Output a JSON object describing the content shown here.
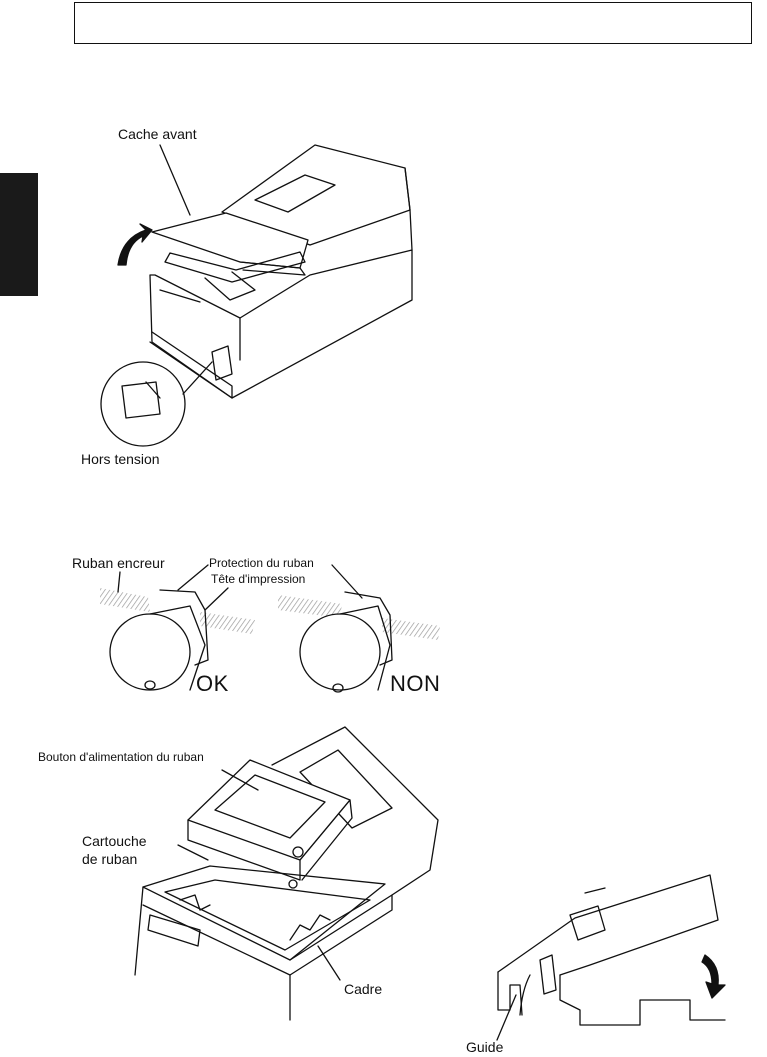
{
  "header": {
    "title": ""
  },
  "figure1": {
    "cover_label": "Cache avant",
    "power_label": "Hors tension"
  },
  "figure2": {
    "ribbon_label": "Ruban encreur",
    "protection_label": "Protection du ruban",
    "head_label": "Tête d'impression",
    "ok_label": "OK",
    "non_label": "NON"
  },
  "figure3": {
    "knob_label": "Bouton d'alimentation du ruban",
    "cartridge_label_line1": "Cartouche",
    "cartridge_label_line2": "de ruban",
    "frame_label": "Cadre"
  },
  "figure4": {
    "guide_label": "Guide"
  },
  "colors": {
    "ink": "#111111",
    "tab": "#1a1a1a",
    "hatch": "#9a9a9a"
  }
}
